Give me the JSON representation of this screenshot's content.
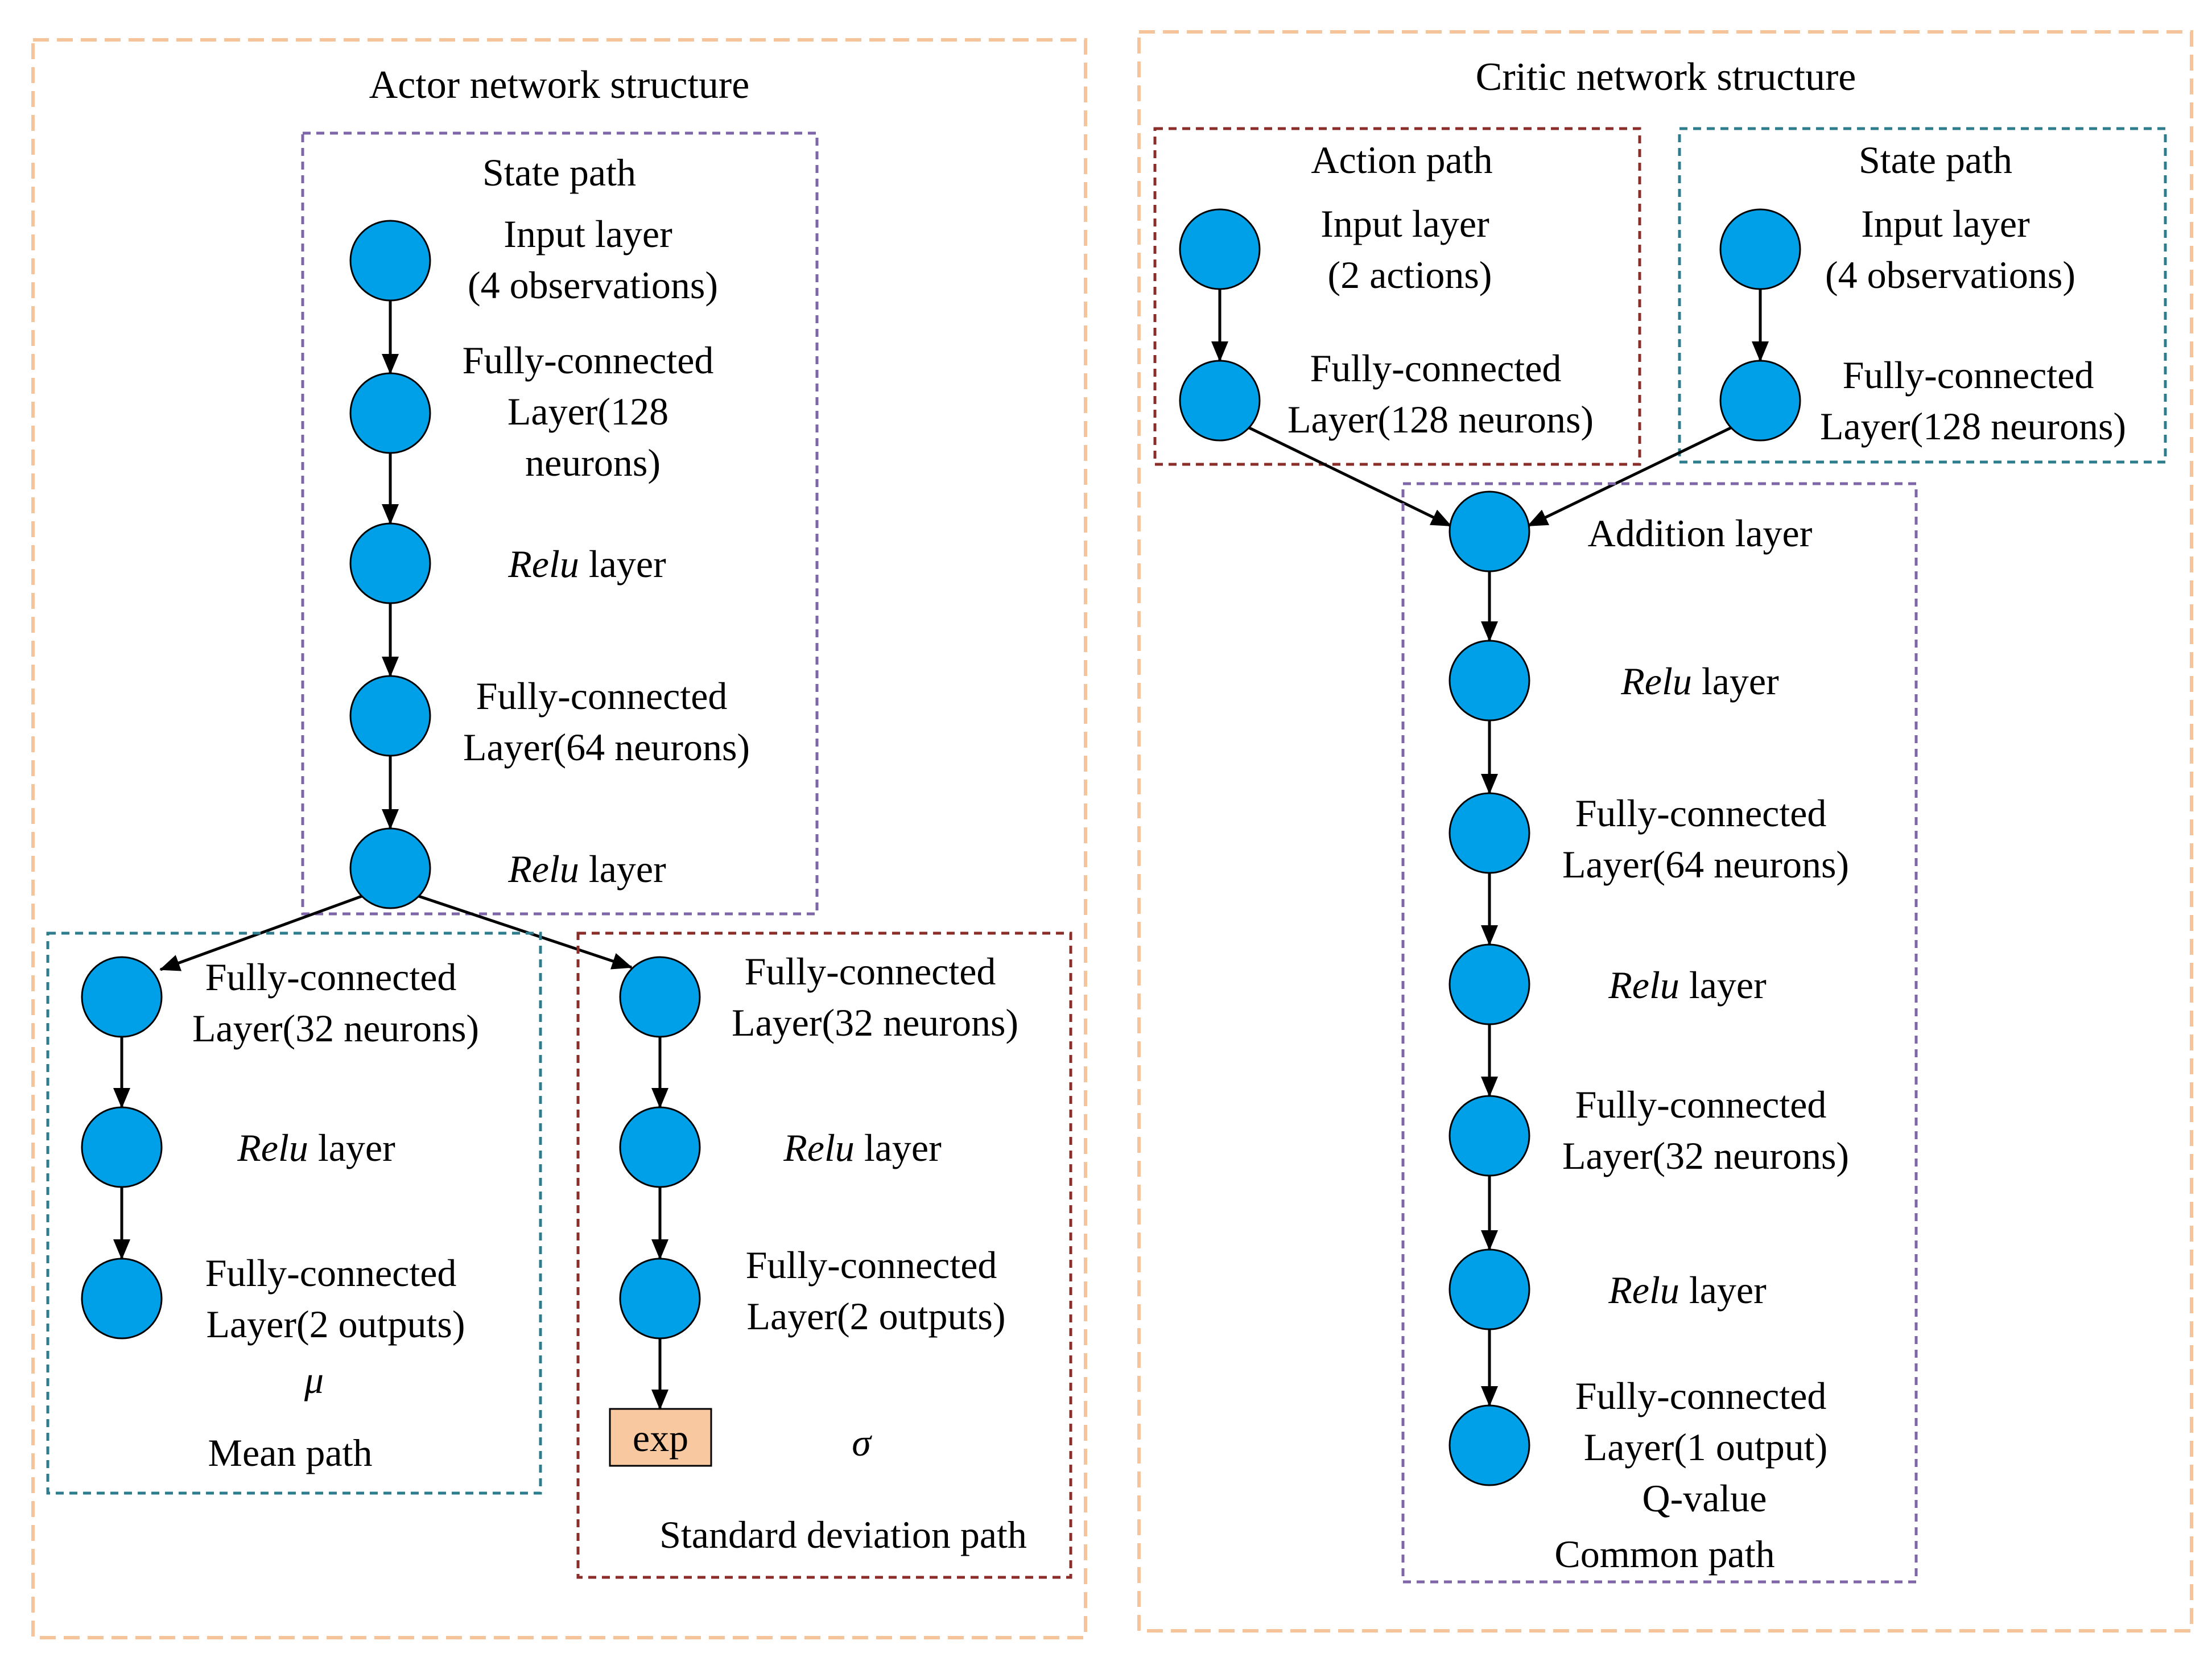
{
  "colors": {
    "node_fill": "#00A0E9",
    "outer_border": "#F5C49A",
    "purple_border": "#7E66A8",
    "teal_border": "#2E7D8C",
    "red_border": "#8B2E2A",
    "exp_fill": "#F8C9A0"
  },
  "actor": {
    "title": "Actor network structure",
    "state_path": {
      "title": "State path",
      "n1": [
        "Input layer",
        "(4 observations)"
      ],
      "n2": [
        "Fully-connected",
        "Layer(128",
        "neurons)"
      ],
      "n3": [
        "Relu",
        " layer"
      ],
      "n4": [
        "Fully-connected",
        "Layer(64 neurons)"
      ],
      "n5": [
        "Relu",
        " layer"
      ]
    },
    "mean_path": {
      "title": "Mean path",
      "n1": [
        "Fully-connected",
        "Layer(32 neurons)"
      ],
      "n2": [
        "Relu",
        " layer"
      ],
      "n3": [
        "Fully-connected",
        "Layer(2 outputs)"
      ],
      "symbol": "μ"
    },
    "std_path": {
      "title": "Standard deviation path",
      "n1": [
        "Fully-connected",
        "Layer(32 neurons)"
      ],
      "n2": [
        "Relu",
        " layer"
      ],
      "n3": [
        "Fully-connected",
        "Layer(2 outputs)"
      ],
      "exp_label": "exp",
      "symbol": "σ"
    }
  },
  "critic": {
    "title": "Critic network structure",
    "action_path": {
      "title": "Action path",
      "n1": [
        "Input layer",
        "(2 actions)"
      ],
      "n2": [
        "Fully-connected",
        "Layer(128 neurons)"
      ]
    },
    "state_path": {
      "title": "State path",
      "n1": [
        "Input layer",
        "(4 observations)"
      ],
      "n2": [
        "Fully-connected",
        "Layer(128 neurons)"
      ]
    },
    "common_path": {
      "title": "Common path",
      "n1": "Addition layer",
      "n2": [
        "Relu",
        " layer"
      ],
      "n3": [
        "Fully-connected",
        "Layer(64 neurons)"
      ],
      "n4": [
        "Relu",
        " layer"
      ],
      "n5": [
        "Fully-connected",
        "Layer(32 neurons)"
      ],
      "n6": [
        "Relu",
        " layer"
      ],
      "n7": [
        "Fully-connected",
        "Layer(1 output)"
      ],
      "output_label": "Q-value"
    }
  }
}
